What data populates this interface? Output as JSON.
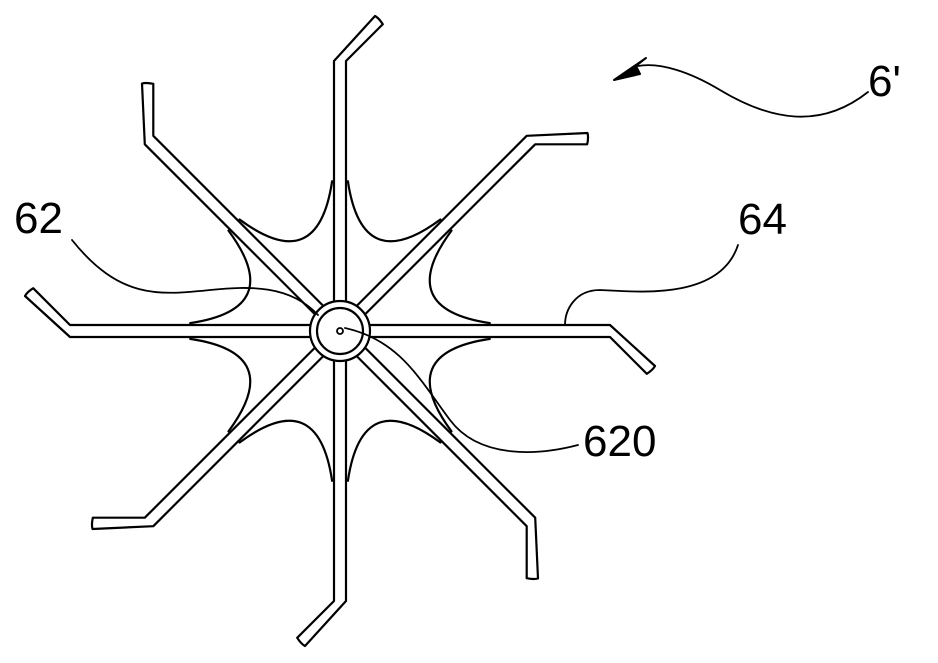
{
  "figure": {
    "reference_numeral": "6'",
    "labels": {
      "blade": "62",
      "bend": "64",
      "hub": "620"
    }
  }
}
